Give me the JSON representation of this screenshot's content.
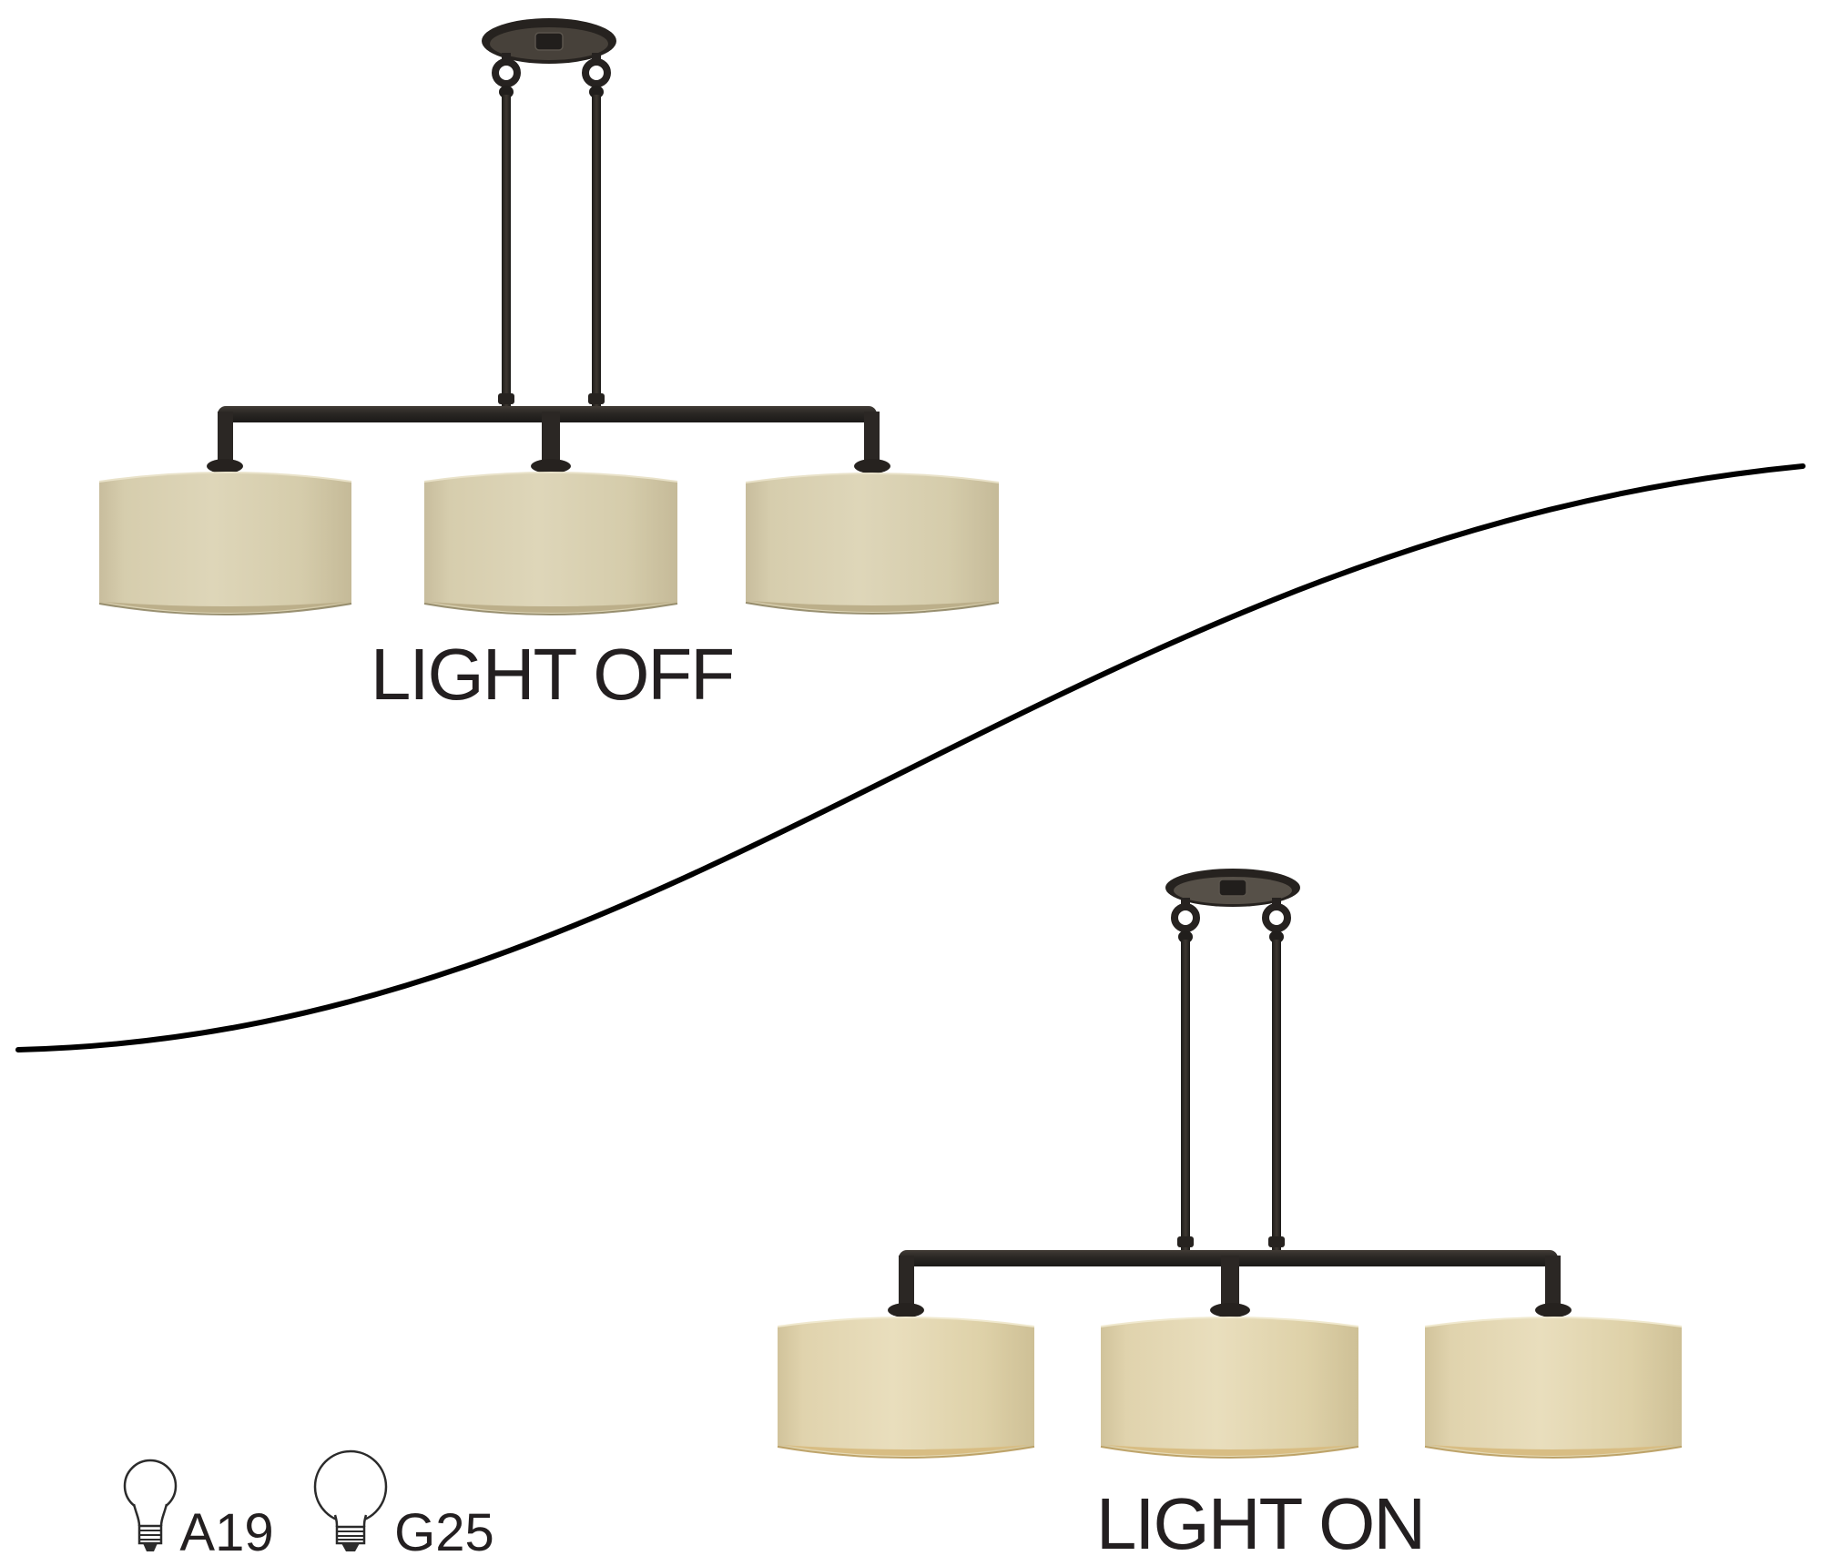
{
  "page": {
    "background_color": "#ffffff"
  },
  "comparison": {
    "off_label": "LIGHT OFF",
    "on_label": "LIGHT ON"
  },
  "bulb_types": [
    {
      "label": "A19",
      "icon": "a19-standard-bulb-icon"
    },
    {
      "label": "G25",
      "icon": "g25-globe-bulb-icon"
    }
  ],
  "colors": {
    "label_text": "#231f20",
    "metal_bronze": "#2b2724",
    "metal_bronze_dark": "#1e1c1a",
    "metal_face": "#4d463e",
    "shade_beige_mid": "#d8cfae",
    "shade_rim_unlit": "#bcaf8a",
    "shade_rim_line_unlit": "#857a58",
    "shade_glow_lit": "#d8bd83",
    "shade_rim_line_lit": "#b2924f",
    "separator_line": "#000000",
    "bulb_outline": "#2b2b2b"
  }
}
